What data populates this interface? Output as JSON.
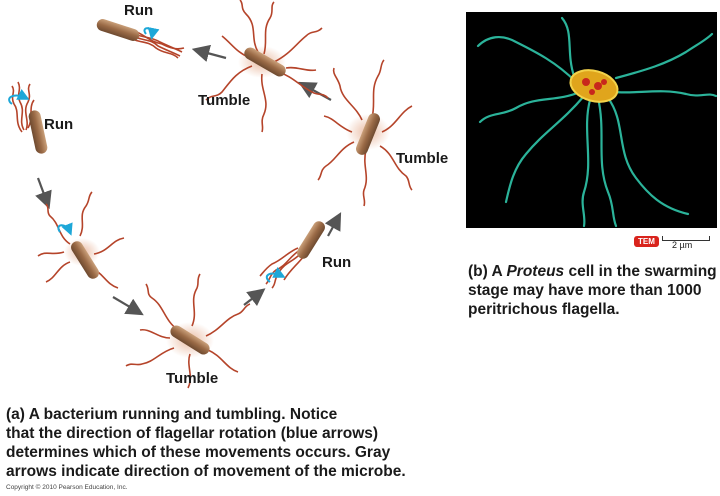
{
  "labels": {
    "run_top": "Run",
    "run_left": "Run",
    "run_right": "Run",
    "tumble_top": "Tumble",
    "tumble_right": "Tumble",
    "tumble_bottom": "Tumble"
  },
  "caption_a": {
    "tag": "(a)",
    "line1": "A bacterium running and tumbling. Notice",
    "line2": "that the direction of flagellar rotation (blue arrows)",
    "line3": "determines which of these movements occurs. Gray",
    "line4": "arrows indicate direction of movement of the microbe."
  },
  "caption_b": {
    "tag": "(b)",
    "word_a": "A",
    "genus": "Proteus",
    "rest1": "cell in the swarming",
    "line2": "stage may have more than 1000",
    "line3": "peritrichous flagella."
  },
  "micrograph": {
    "badge": "TEM",
    "scale": "2 µm"
  },
  "copyright": "Copyright © 2010 Pearson Education, Inc.",
  "colors": {
    "flagella": "#b5442a",
    "cell_body": "#a0704e",
    "rotation_arrow": "#1da7d8",
    "movement_arrow": "#555555",
    "tem_flagella": "#2bb39a",
    "tem_cell": "#e0a51c"
  }
}
